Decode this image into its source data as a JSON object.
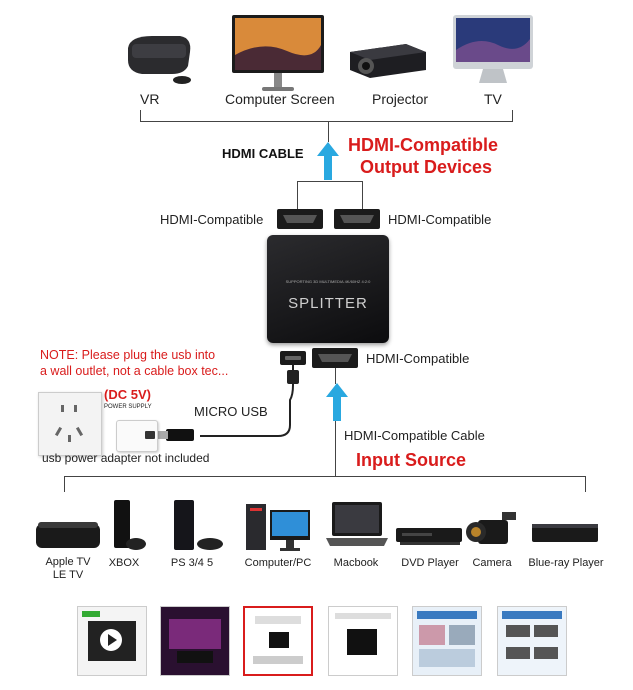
{
  "output_devices": [
    {
      "label": "VR",
      "icon": "vr-headset-icon"
    },
    {
      "label": "Computer Screen",
      "icon": "monitor-icon"
    },
    {
      "label": "Projector",
      "icon": "projector-icon"
    },
    {
      "label": "TV",
      "icon": "tv-icon"
    }
  ],
  "hdmi_cable": "HDMI CABLE",
  "output_title_line1": "HDMI-Compatible",
  "output_title_line2": "Output Devices",
  "port_left": "HDMI-Compatible",
  "port_right": "HDMI-Compatible",
  "splitter_label": "SPLITTER",
  "splitter_fineprint": "SUPPORTING 3D  MULTIMEDIA  4K/60HZ  4:2:0",
  "port_input": "HDMI-Compatible",
  "note_line1": "NOTE: Please plug the usb into",
  "note_line2": "a wall outlet, not a cable box tec...",
  "dc": "(DC 5V)",
  "power_supply": "POWER SUPPLY",
  "micro_usb": "MICRO USB",
  "adapter_note": "usb power adapter not included",
  "input_cable": "HDMI-Compatible Cable",
  "input_title": "Input Source",
  "input_devices": [
    {
      "label": "Apple TV",
      "label2": "LE TV",
      "icon": "apple-tv-icon"
    },
    {
      "label": "XBOX",
      "icon": "xbox-icon"
    },
    {
      "label": "PS 3/4 5",
      "icon": "playstation-icon"
    },
    {
      "label": "Computer/PC",
      "icon": "desktop-pc-icon"
    },
    {
      "label": "Macbook",
      "icon": "laptop-icon"
    },
    {
      "label": "DVD Player",
      "icon": "dvd-player-icon"
    },
    {
      "label": "Camera",
      "icon": "video-camera-icon"
    },
    {
      "label": "Blue-ray Player",
      "icon": "bluray-player-icon"
    }
  ],
  "colors": {
    "accent": "#d91c1c",
    "arrow": "#29a8e0"
  }
}
